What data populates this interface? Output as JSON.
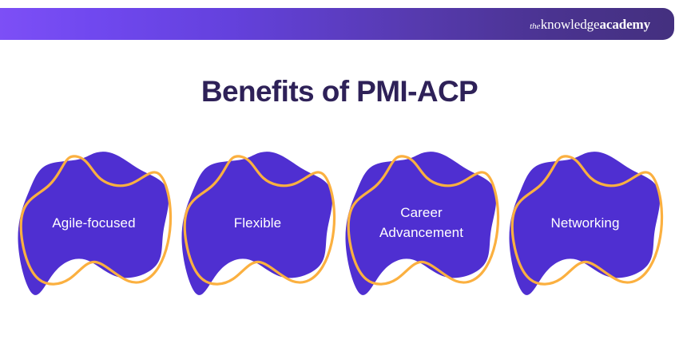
{
  "header": {
    "logo": {
      "prefix": "the",
      "word1": "knowledge",
      "word2": "academy"
    },
    "gradient_from": "#7d4ff6",
    "gradient_to": "#44307f"
  },
  "title": "Benefits of PMI-ACP",
  "title_color": "#2e2158",
  "blob": {
    "fill_color": "#4f2fd1",
    "outline_color": "#fbb040",
    "label_color": "#ffffff"
  },
  "benefits": [
    {
      "label": "Agile-focused",
      "lines": [
        "Agile-focused"
      ]
    },
    {
      "label": "Flexible",
      "lines": [
        "Flexible"
      ]
    },
    {
      "label": "Career Advancement",
      "lines": [
        "Career",
        "Advancement"
      ]
    },
    {
      "label": "Networking",
      "lines": [
        "Networking"
      ]
    }
  ],
  "background_color": "#ffffff"
}
